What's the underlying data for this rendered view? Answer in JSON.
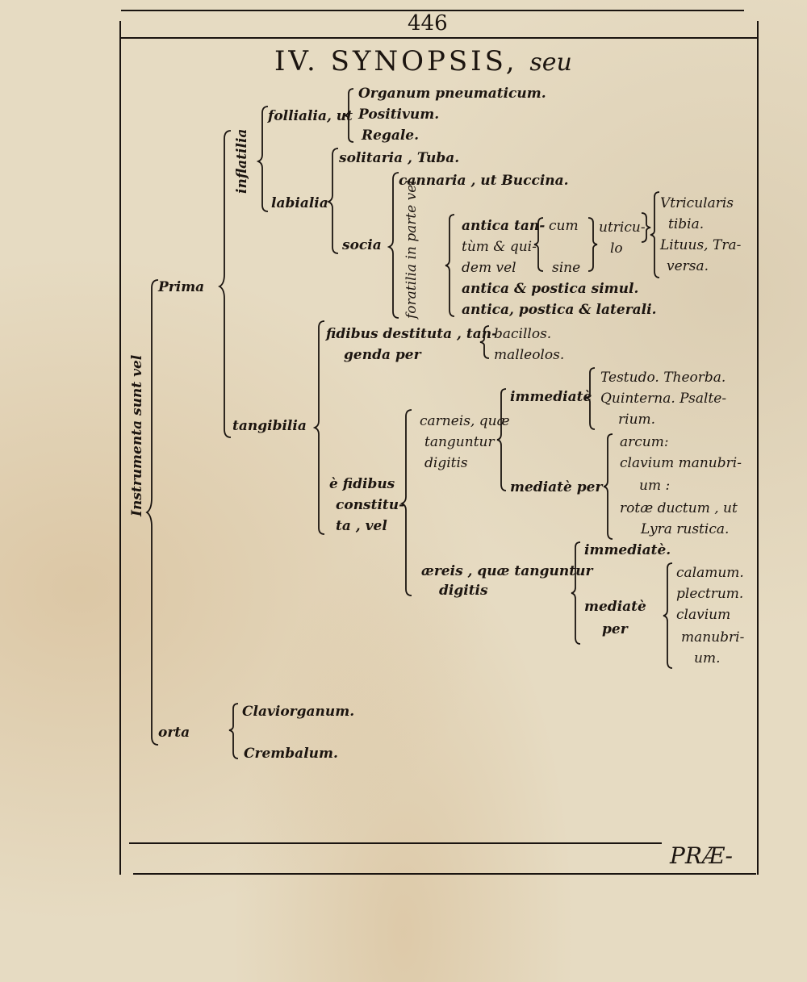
{
  "page_number": "446",
  "heading": {
    "title": "IV. SYNOPSIS,",
    "suffix": "seu"
  },
  "catchword": "PRÆ-",
  "root": "Instrumenta sunt vel",
  "prima": "Prima",
  "inflatilia": "inflatilia",
  "follialia": "follialia, ut",
  "organ_items": [
    "Organum pneumaticum.",
    "Positivum.",
    "Regale."
  ],
  "labialia": "labialia",
  "solitaria": "solitaria , Tuba.",
  "socia": "socia",
  "cannaria": "cannaria , ut Buccina.",
  "foratilia": "foratilia in parte vel",
  "antica_lines": [
    "antica tan-",
    "tùm & qui-",
    "dem vel"
  ],
  "cum": "cum",
  "sine": "sine",
  "utriculo": [
    "utricu-",
    "lo"
  ],
  "vtricularis": [
    "Vtricularis",
    "tibia.",
    "Lituus, Tra-",
    "versa."
  ],
  "antica_postica": "antica & postica simul.",
  "antica_lateral": "antica, postica & laterali.",
  "tangibilia": "tangibilia",
  "fidibus_destituta": [
    "fidibus destituta , tan-",
    "genda per"
  ],
  "bacillos": [
    "bacillos.",
    "malleolos."
  ],
  "fidibus_constituta": [
    "è fidibus",
    "constitu-",
    "ta , vel"
  ],
  "carneis": [
    "carneis, quæ",
    "tanguntur",
    "digitis"
  ],
  "immediate1": "immediatè",
  "testudo": [
    "Testudo. Theorba.",
    "Quinterna.  Psalte-",
    "rium."
  ],
  "mediate_per": "mediatè per",
  "arcum": [
    "arcum:",
    "clavium  manubri-",
    "um :",
    "rotæ  ductum ,  ut",
    "Lyra  rustica."
  ],
  "aereis": [
    "æreis , quæ tanguntur",
    "digitis"
  ],
  "immediate2": "immediatè.",
  "mediate2": [
    "mediatè",
    "per"
  ],
  "calamum": [
    "calamum.",
    "plectrum.",
    "clavium",
    "manubri-",
    "um."
  ],
  "orta": "orta",
  "orta_items": [
    "Claviorganum.",
    "Crembalum."
  ]
}
